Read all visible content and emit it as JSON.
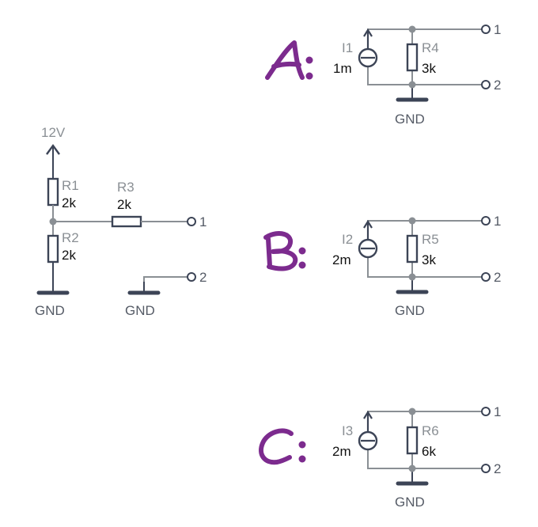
{
  "source": {
    "supply": "12V",
    "r1": {
      "name": "R1",
      "value": "2k"
    },
    "r2": {
      "name": "R2",
      "value": "2k"
    },
    "r3": {
      "name": "R3",
      "value": "2k"
    },
    "gnd_left": "GND",
    "gnd_right": "GND",
    "pin1": "1",
    "pin2": "2"
  },
  "options": [
    {
      "letter": "A",
      "i_name": "I1",
      "i_value": "1m",
      "r_name": "R4",
      "r_value": "3k",
      "gnd": "GND",
      "pin1": "1",
      "pin2": "2"
    },
    {
      "letter": "B",
      "i_name": "I2",
      "i_value": "2m",
      "r_name": "R5",
      "r_value": "3k",
      "gnd": "GND",
      "pin1": "1",
      "pin2": "2"
    },
    {
      "letter": "C",
      "i_name": "I3",
      "i_value": "2m",
      "r_name": "R6",
      "r_value": "6k",
      "gnd": "GND",
      "pin1": "1",
      "pin2": "2"
    }
  ],
  "colors": {
    "wire": "#8a8f94",
    "component": "#3c4456",
    "letter": "#7c2b8e"
  }
}
